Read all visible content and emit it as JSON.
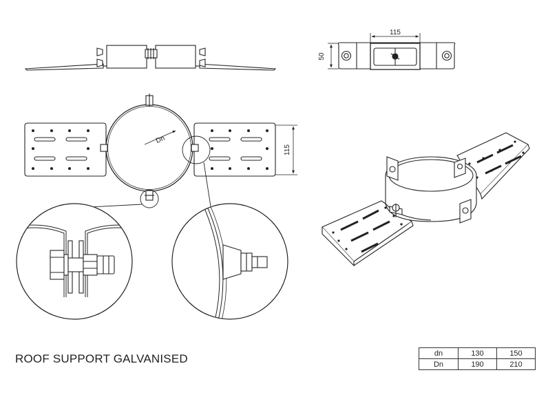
{
  "title": "ROOF SUPPORT GALVANISED",
  "dimensions": {
    "top_width": "115",
    "top_height": "50",
    "side_height": "115",
    "diameter_label": "Dn"
  },
  "table": {
    "rows": [
      {
        "label": "dn",
        "values": [
          "130",
          "150"
        ]
      },
      {
        "label": "Dn",
        "values": [
          "190",
          "210"
        ]
      }
    ]
  }
}
